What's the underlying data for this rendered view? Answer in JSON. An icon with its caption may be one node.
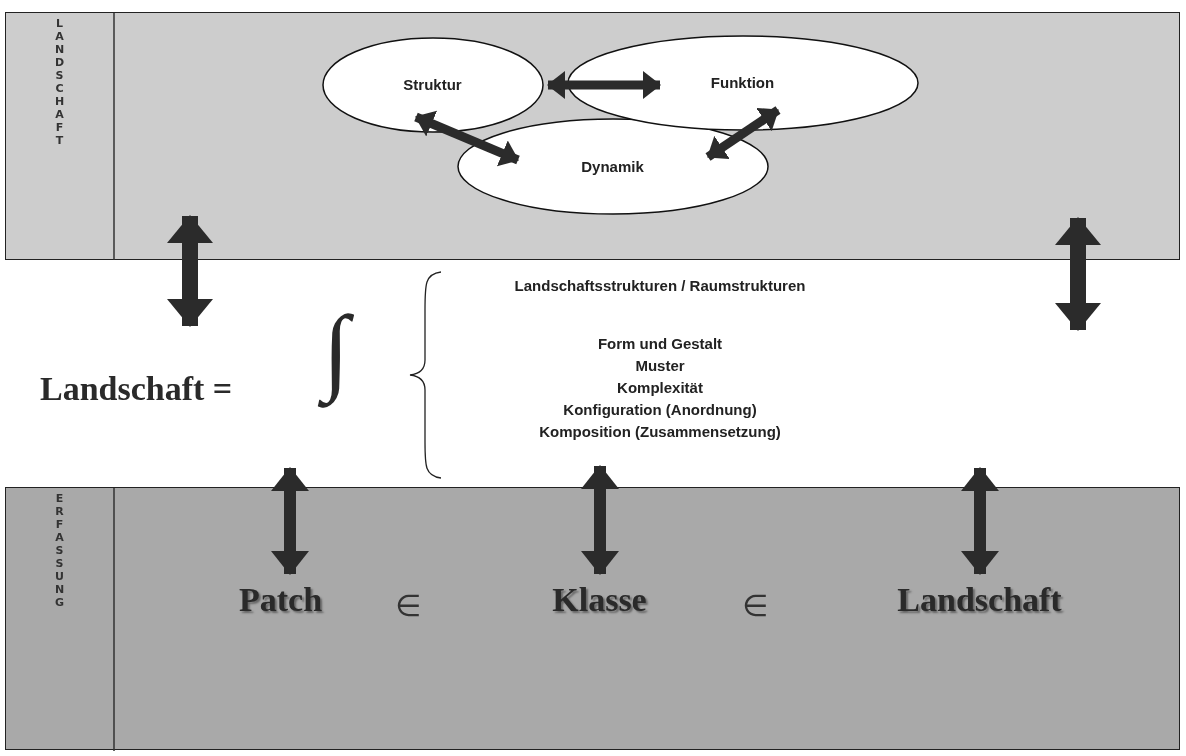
{
  "diagram": {
    "nodes": [
      {
        "text": [
          "LANDSCHAFT"
        ]
      },
      {
        "text": [
          "Struktur"
        ],
        "in": 0
      },
      {
        "text": [
          "Funktion"
        ],
        "in": 0
      },
      {
        "text": [
          "Dynamik"
        ],
        "in": 0
      },
      {
        "text": [
          "Landschaft =",
          "∫",
          "Landschaftsstrukturen / Raumstrukturen",
          "Form und Gestalt",
          "Muster",
          "Komplexität",
          "Konfiguration (Anordnung)",
          "Komposition (Zusammensetzung)"
        ]
      },
      {
        "text": [
          "ERFASSUNG"
        ]
      },
      {
        "text": [
          "Patch"
        ],
        "in": 5
      },
      {
        "text": [
          "Klasse"
        ],
        "in": 5
      },
      {
        "text": [
          "Landschaft"
        ],
        "in": 5
      }
    ],
    "edges": [
      {
        "from": 1,
        "to": 2,
        "arrow": "both"
      },
      {
        "from": 1,
        "to": 3,
        "arrow": "both"
      },
      {
        "from": 2,
        "to": 3,
        "arrow": "both"
      },
      {
        "from": 0,
        "to": 4,
        "arrow": "both"
      },
      {
        "from": 0,
        "to": 4,
        "arrow": "both"
      },
      {
        "from": 4,
        "to": 6,
        "arrow": "both"
      },
      {
        "from": 4,
        "to": 7,
        "arrow": "both"
      },
      {
        "from": 4,
        "to": 8,
        "arrow": "both"
      }
    ],
    "labels": [
      "∈",
      "∈"
    ]
  }
}
